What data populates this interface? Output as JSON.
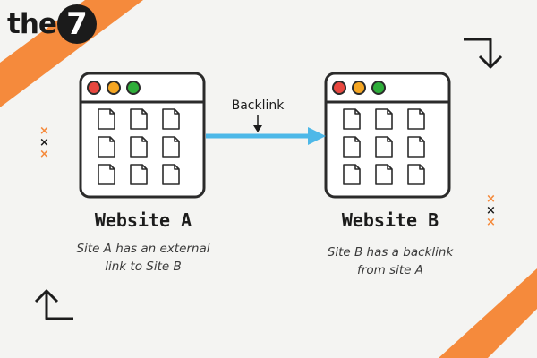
{
  "logo": {
    "text": "the",
    "badge": "7"
  },
  "diagram": {
    "link_label": "Backlink",
    "site_a": {
      "title": "Website A",
      "description": "Site A has an external\nlink to Site B"
    },
    "site_b": {
      "title": "Website B",
      "description": "Site B has a backlink\nfrom site A"
    }
  },
  "colors": {
    "accent_orange": "#f58a3c",
    "arrow_blue": "#4db8e8",
    "dot_red": "#e8473f",
    "dot_yellow": "#f5a623",
    "dot_green": "#2fae3a",
    "ink": "#1c1c1c"
  },
  "decor": {
    "cross_glyph": "×"
  }
}
